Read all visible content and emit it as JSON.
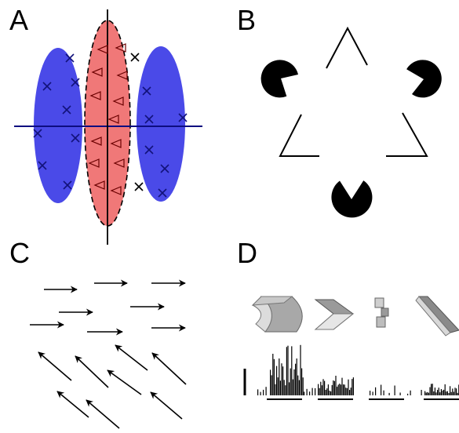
{
  "panels": {
    "A": {
      "label": "A"
    },
    "B": {
      "label": "B"
    },
    "C": {
      "label": "C"
    },
    "D": {
      "label": "D"
    }
  },
  "colors": {
    "ink": "#000000",
    "blue_region": "#4a4ae8",
    "red_region": "#f07878",
    "axis": "#0d0d80",
    "cross_blue": "#12127a",
    "triangle_marks": "#6b0000",
    "shape_gray": "#9a9a9a"
  },
  "icons": {
    "panel_a": [
      "cross-marker-icon",
      "triangle-marker-icon"
    ],
    "panel_b": [
      "pacman-inducer-icon",
      "triangle-corner-icon"
    ],
    "panel_c": [
      "arrow-icon"
    ],
    "panel_d": [
      "3d-shape-icon",
      "spike-histogram-icon"
    ]
  }
}
